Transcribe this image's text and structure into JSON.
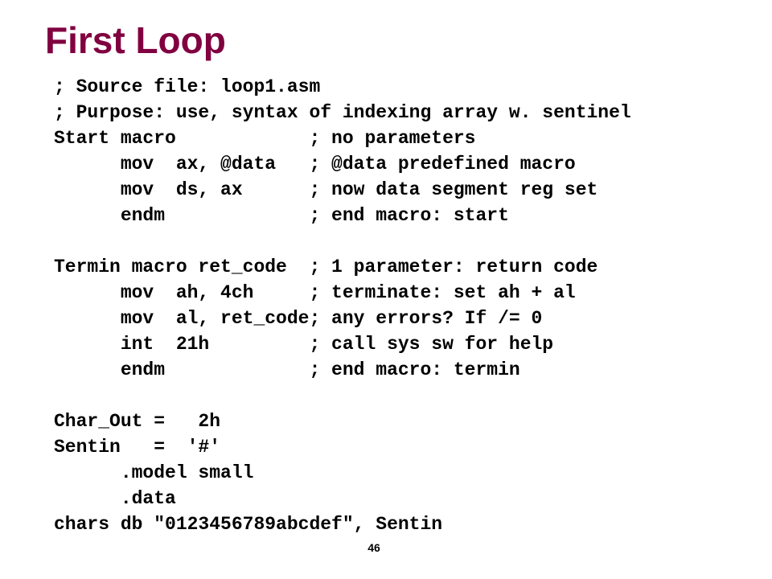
{
  "slide": {
    "title": "First Loop",
    "page_number": "46"
  },
  "code": {
    "lines": [
      "; Source file: loop1.asm",
      "; Purpose: use, syntax of indexing array w. sentinel",
      "Start macro            ; no parameters",
      "      mov  ax, @data   ; @data predefined macro",
      "      mov  ds, ax      ; now data segment reg set",
      "      endm             ; end macro: start",
      "",
      "Termin macro ret_code  ; 1 parameter: return code",
      "      mov  ah, 4ch     ; terminate: set ah + al",
      "      mov  al, ret_code; any errors? If /= 0",
      "      int  21h         ; call sys sw for help",
      "      endm             ; end macro: termin",
      "",
      "Char_Out =   2h",
      "Sentin   =  '#'",
      "      .model small",
      "      .data",
      "chars db \"0123456789abcdef\", Sentin"
    ]
  },
  "colors": {
    "title": "#800040",
    "text": "#000000",
    "background": "#ffffff"
  }
}
